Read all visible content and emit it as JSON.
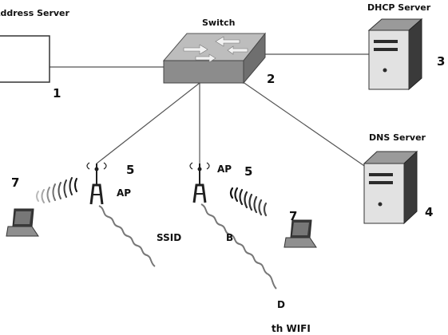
{
  "labels": {
    "switch": "Switch",
    "dhcp_server": "DHCP Server",
    "dns_server": "DNS Server",
    "address_server": "Address Server",
    "ap_left": "AP",
    "ap_right": "AP",
    "num_1": "1",
    "num_2": "2",
    "num_3": "3",
    "num_4": "4",
    "num_5_left": "5",
    "num_5_right": "5",
    "num_7_left": "7",
    "num_7_right": "7",
    "frag_ssid": "SSID",
    "frag_b": "B",
    "frag_d": "D",
    "frag_wifi": "th WIFI"
  },
  "icons": {
    "switch": "network-switch-icon",
    "dhcp_server": "server-tower-icon",
    "dns_server": "server-tower-icon",
    "address_server": "server-box-icon",
    "access_point": "access-point-antenna-icon",
    "laptop": "laptop-icon",
    "wifi_signal": "wifi-signal-icon"
  },
  "colors": {
    "device_gray": "#9a9a9a",
    "device_dark": "#2b2b2b",
    "line": "#555555",
    "background": "#ffffff"
  }
}
